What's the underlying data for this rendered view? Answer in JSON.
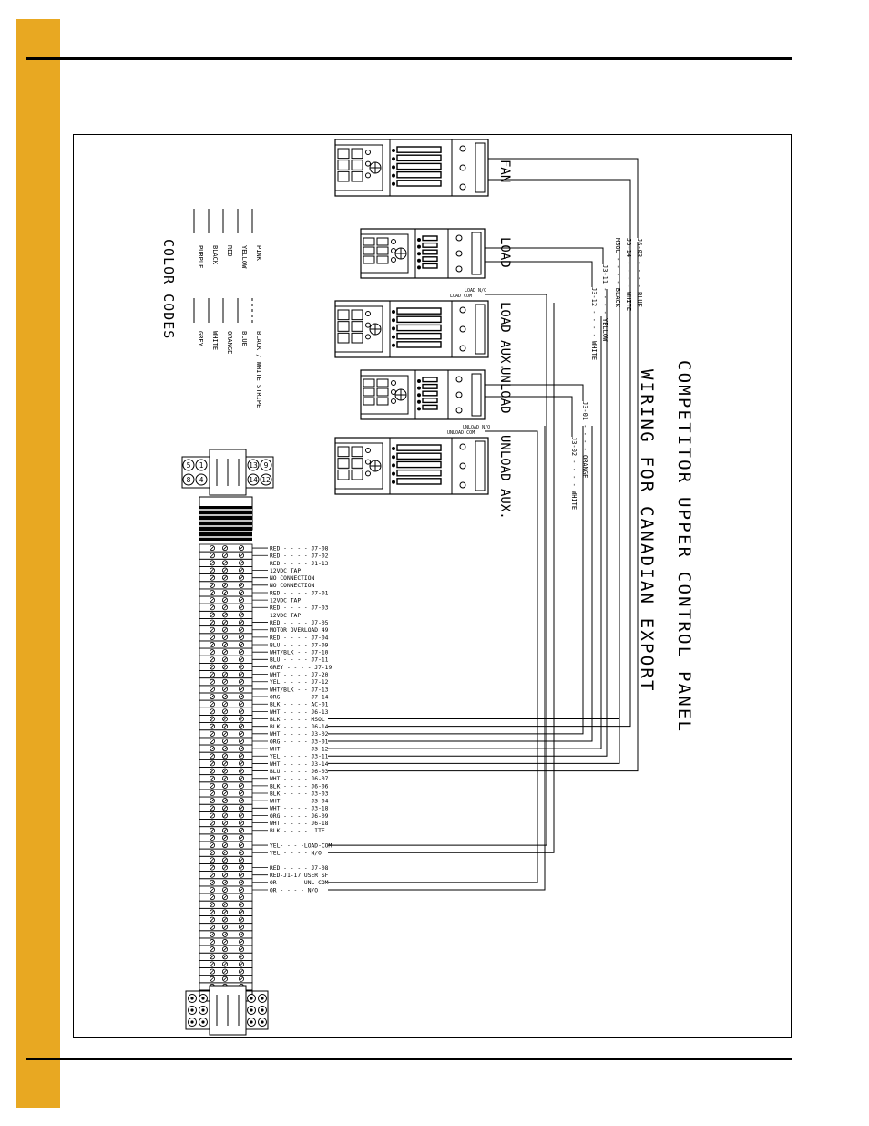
{
  "page": {
    "accent_color": "#E8A822"
  },
  "title": {
    "line1": "COMPETITOR UPPER CONTROL PANEL",
    "line2": "WIRING FOR CANADIAN EXPORT"
  },
  "color_codes": {
    "heading": "COLOR CODES",
    "left": [
      "PINK",
      "YELLOW",
      "RED",
      "BLACK",
      "PURPLE"
    ],
    "right": [
      "BLACK / WHITE STRIPE",
      "BLUE",
      "ORANGE",
      "WHITE",
      "GREY"
    ]
  },
  "contactors": [
    {
      "label": "FAN"
    },
    {
      "label": "LOAD"
    },
    {
      "label": "LOAD AUX."
    },
    {
      "label": "UNLOAD"
    },
    {
      "label": "UNLOAD AUX."
    }
  ],
  "contactor_tags": {
    "load_no": "LOAD N/O",
    "load_com": "LOAD COM",
    "unload_no": "UNLOAD N/O",
    "unload_com": "UNLOAD COM"
  },
  "vertical_wire_labels": [
    "J6-03 - - - - BLUE",
    "J3-14 - - - - WHITE",
    "MSOL - - - - BLACK",
    "J3-11 - - - - YELLOW",
    "J3-12 - - - - WHITE",
    "J3-01 - - - - ORANGE",
    "J3-02 - - - - WHITE"
  ],
  "plug_pins": [
    "5",
    "1",
    "13",
    "9",
    "8",
    "4",
    "14",
    "12"
  ],
  "terminal_labels": [
    "RED - - - - J7-08",
    "RED - - - - J7-02",
    "RED - - - - J1-13",
    "12VDC TAP",
    "NO CONNECTION",
    "NO CONNECTION",
    "RED - - - - J7-01",
    "12VDC TAP",
    "RED - - - - J7-03",
    "12VDC TAP",
    "RED - - - - J7-05",
    "MOTOR OVERLOAD 49",
    "RED - - - - J7-04",
    "BLU - - - - J7-09",
    "WHT/BLK - - J7-10",
    "BLU - - - - J7-11",
    "GREY - - - - J7-19",
    "WHT - - - - J7-20",
    "YEL - - - - J7-12",
    "WHT/BLK - - J7-13",
    "ORG - - - - J7-14",
    "BLK - - - - AC-01",
    "WHT - - - - J6-13",
    "BLK - - - - MSOL",
    "BLK - - - - J6-14",
    "WHT - - - - J3-02",
    "ORG - - - - J3-01",
    "WHT - - - - J3-12",
    "YEL - - - - J3-11",
    "WHT - - - - J3-14",
    "BLU - - - - J6-03",
    "WHT - - - - J6-07",
    "BLK - - - - J6-06",
    "BLK - - - - J3-03",
    "WHT - - - - J3-04",
    "WHT - - - - J3-18",
    "ORG - - - - J6-09",
    "WHT - - - - J6-18",
    "BLK - - - - LITE",
    "YEL- - - -LOAD-COM",
    "YEL - - - - N/O",
    "RED - - - - J7-08",
    "RED-J1-17 USER SF",
    "OR- - - - UNL-COM",
    "OR - - - - N/O"
  ]
}
